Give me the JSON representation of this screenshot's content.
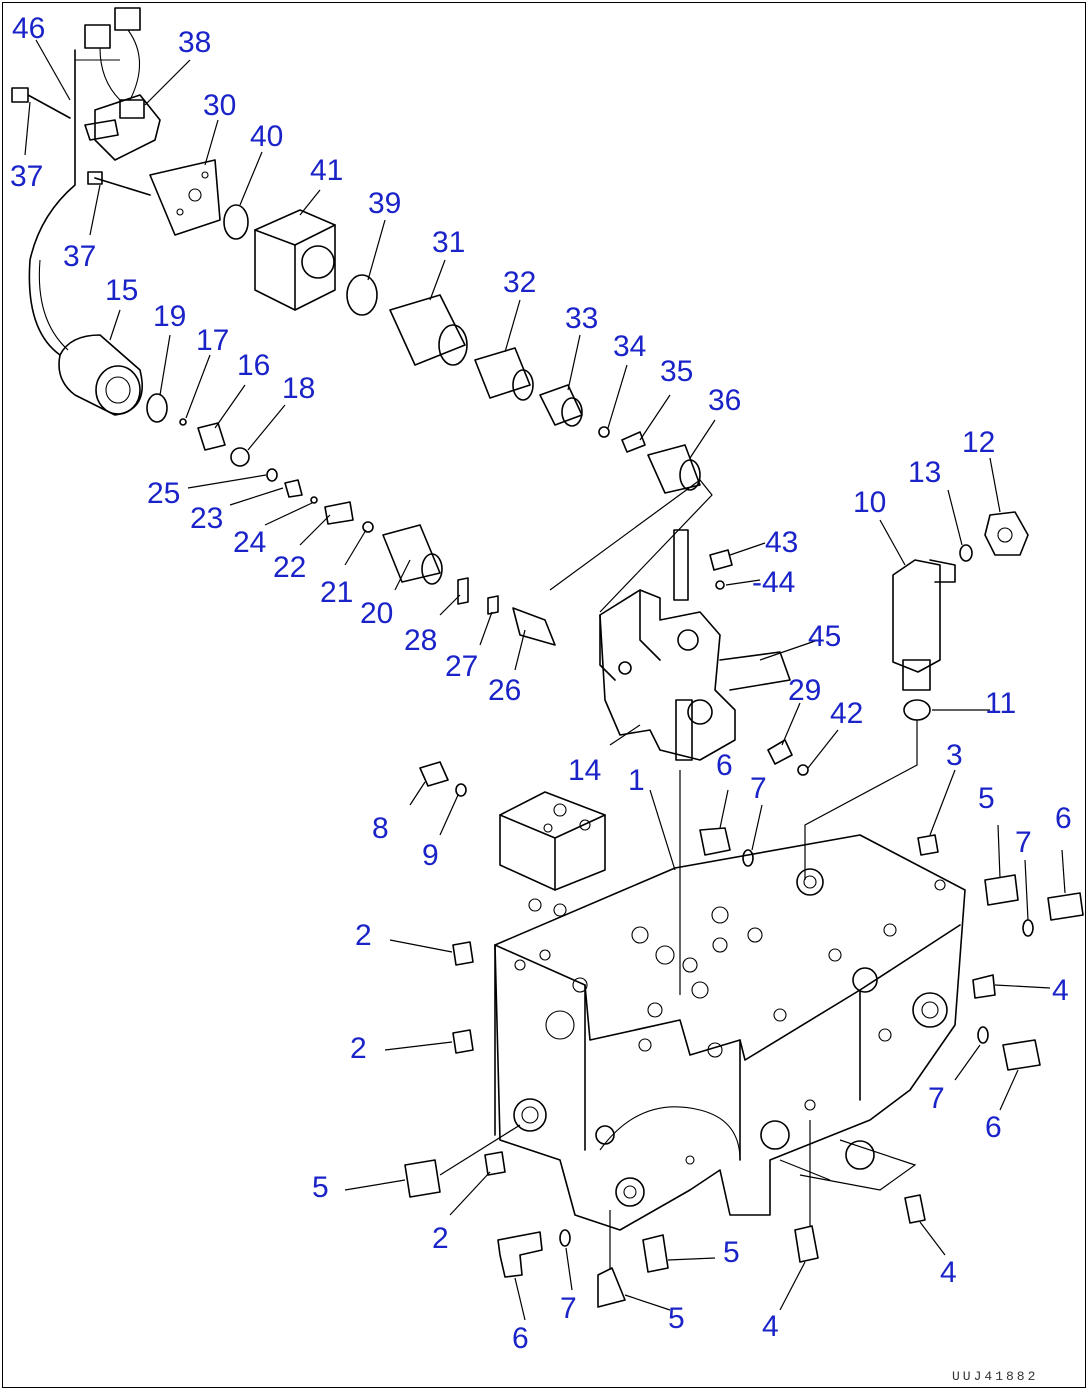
{
  "callouts": {
    "c1": "1",
    "c2a": "2",
    "c2b": "2",
    "c2c": "2",
    "c3": "3",
    "c4a": "4",
    "c4b": "4",
    "c4c": "4",
    "c5a": "5",
    "c5b": "5",
    "c5c": "5",
    "c5d": "5",
    "c6a": "6",
    "c6b": "6",
    "c6c": "6",
    "c6d": "6",
    "c7a": "7",
    "c7b": "7",
    "c7c": "7",
    "c7d": "7",
    "c8": "8",
    "c9": "9",
    "c10": "10",
    "c11": "11",
    "c12": "12",
    "c13": "13",
    "c14": "14",
    "c15": "15",
    "c16": "16",
    "c17": "17",
    "c18": "18",
    "c19": "19",
    "c20": "20",
    "c21": "21",
    "c22": "22",
    "c23": "23",
    "c24": "24",
    "c25": "25",
    "c26": "26",
    "c27": "27",
    "c28": "28",
    "c29": "29",
    "c30": "30",
    "c31": "31",
    "c32": "32",
    "c33": "33",
    "c34": "34",
    "c35": "35",
    "c36": "36",
    "c37a": "37",
    "c37b": "37",
    "c38": "38",
    "c39": "39",
    "c40": "40",
    "c41": "41",
    "c42": "42",
    "c43": "43",
    "c44": "-44",
    "c45": "45",
    "c46": "46"
  },
  "doc_id": "UUJ41882",
  "colors": {
    "callout": "#1a23c8",
    "line": "#000000",
    "background": "#ffffff"
  }
}
